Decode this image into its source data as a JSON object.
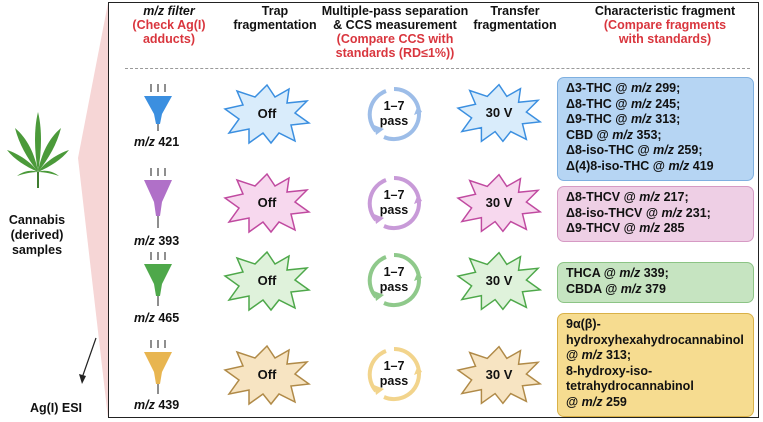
{
  "headers": {
    "mz_filter": "m/z filter",
    "mz_filter_note": "(Check Ag(I) adducts)",
    "trap": "Trap fragmentation",
    "separation": "Multiple-pass separation & CCS measurement",
    "separation_note": "(Compare CCS with standards (RD≤1%))",
    "transfer": "Transfer fragmentation",
    "fragment": "Characteristic fragment",
    "fragment_note": "(Compare fragments with standards)"
  },
  "side": {
    "sample_label": "Cannabis (derived) samples",
    "esi_label": "Ag(I) ESI"
  },
  "colors": {
    "row1": "#3b8fe0",
    "row2": "#b070c8",
    "row3": "#4ea84a",
    "row4": "#e8b550"
  },
  "rows": [
    {
      "mz": "m/z 421",
      "trap": "Off",
      "pass": "1–7 pass",
      "transfer": "30 V",
      "fragments": [
        "Δ3-THC @ m/z 299;",
        "Δ8-THC @ m/z 245;",
        "Δ9-THC @ m/z 313;",
        "CBD @ m/z 353;",
        "Δ8-iso-THC @ m/z 259;",
        "Δ(4)8-iso-THC @ m/z 419"
      ]
    },
    {
      "mz": "m/z 393",
      "trap": "Off",
      "pass": "1–7 pass",
      "transfer": "30 V",
      "fragments": [
        "Δ8-THCV @ m/z 217;",
        "Δ8-iso-THCV @ m/z 231;",
        "Δ9-THCV @ m/z 285"
      ]
    },
    {
      "mz": "m/z 465",
      "trap": "Off",
      "pass": "1–7 pass",
      "transfer": "30 V",
      "fragments": [
        "THCA @ m/z 339;",
        "CBDA @ m/z 379"
      ]
    },
    {
      "mz": "m/z 439",
      "trap": "Off",
      "pass": "1–7 pass",
      "transfer": "30 V",
      "fragments": [
        "9α(β)-",
        "hydroxyhexahydrocannabinol",
        "@ m/z 313;",
        "8-hydroxy-iso-",
        "tetrahydrocannabinol",
        "@ m/z 259"
      ]
    }
  ]
}
